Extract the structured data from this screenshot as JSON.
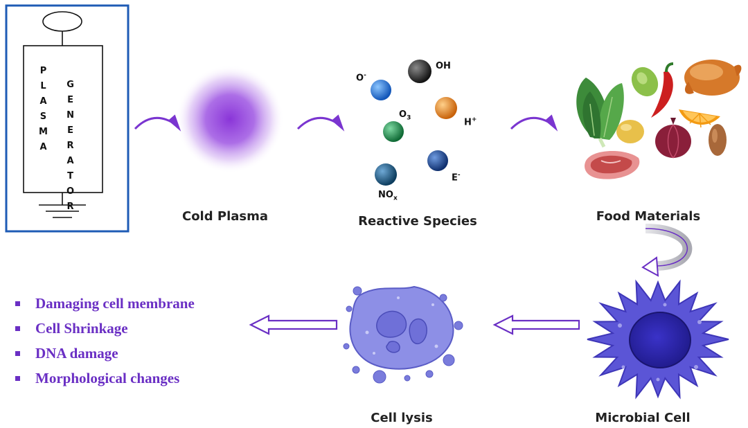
{
  "generator": {
    "left_word": "PLASMA",
    "right_word": "GENERATOR"
  },
  "stages": {
    "cold_plasma": "Cold Plasma",
    "reactive_species": "Reactive Species",
    "food_materials": "Food Materials",
    "microbial_cell": "Microbial Cell",
    "cell_lysis": "Cell lysis"
  },
  "species": {
    "o_minus": {
      "base": "O",
      "sup": "-",
      "color": "#1e6fd0"
    },
    "oh": {
      "base": "OH",
      "color": "#2a2a2a"
    },
    "o3": {
      "base": "O",
      "sub": "3",
      "color": "#1e8a4a"
    },
    "h_plus": {
      "base": "H",
      "sup": "+",
      "color": "#e07a12"
    },
    "e_minus": {
      "base": "E",
      "sup": "-",
      "color": "#1a4d9c"
    },
    "nox": {
      "base": "NO",
      "sub": "x",
      "color": "#1a5a8a"
    }
  },
  "effects": [
    "Damaging cell membrane",
    "Cell Shrinkage",
    "DNA damage",
    "Morphological changes"
  ],
  "colors": {
    "accent": "#6a2fc4",
    "generator_border": "#1e5bb5",
    "plasma": "#9a4ee0",
    "cell": "#5b55d6",
    "lysis": "#8d8fe6"
  }
}
